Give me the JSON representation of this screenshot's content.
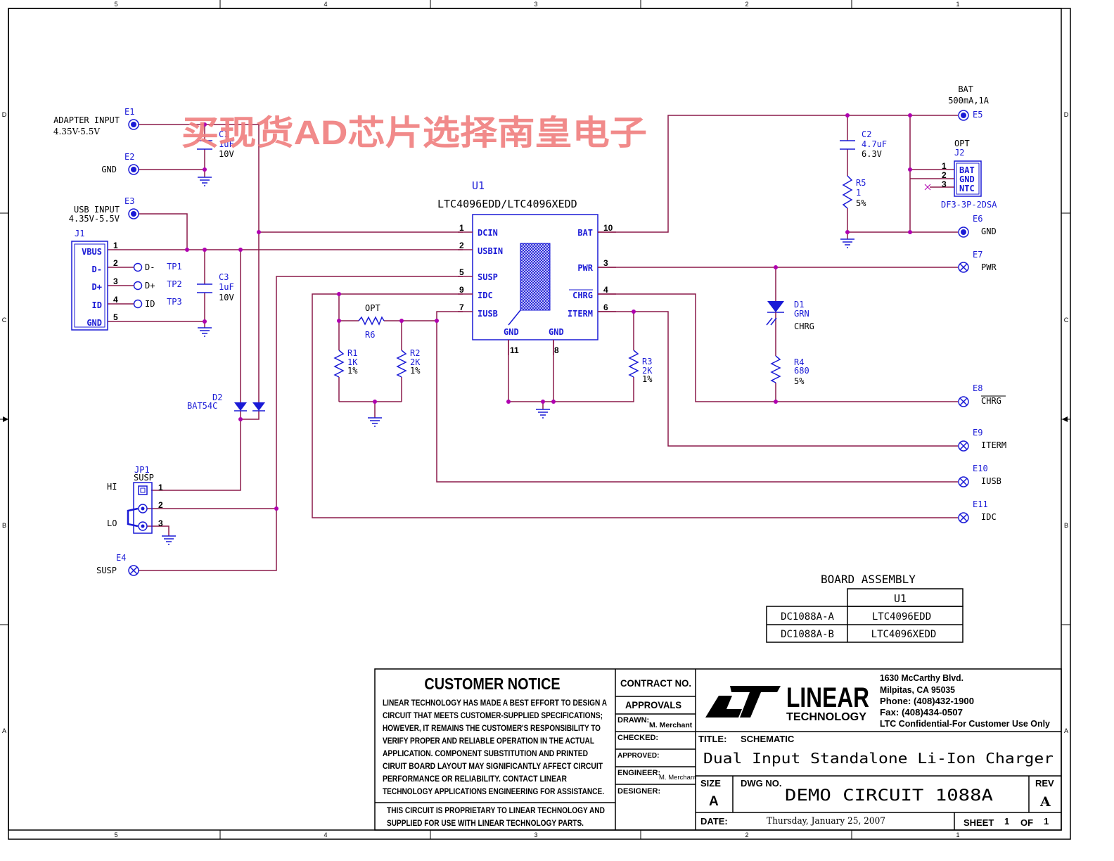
{
  "border": {
    "col_labels": [
      "5",
      "4",
      "3",
      "2",
      "1"
    ],
    "row_labels": [
      "D",
      "C",
      "B",
      "A"
    ]
  },
  "watermark": "买现货AD芯片选择南皇电子",
  "ic": {
    "ref": "U1",
    "part": "LTC4096EDD/LTC4096XEDD",
    "left_pins": [
      {
        "num": "1",
        "name": "DCIN"
      },
      {
        "num": "2",
        "name": "USBIN"
      },
      {
        "num": "5",
        "name": "SUSP"
      },
      {
        "num": "9",
        "name": "IDC"
      },
      {
        "num": "7",
        "name": "IUSB"
      }
    ],
    "right_pins": [
      {
        "num": "10",
        "name": "BAT"
      },
      {
        "num": "3",
        "name": "PWR"
      },
      {
        "num": "4",
        "name": "CHRG"
      },
      {
        "num": "6",
        "name": "ITERM"
      }
    ],
    "bottom_pins": [
      {
        "num": "11",
        "name": "GND"
      },
      {
        "num": "8",
        "name": "GND"
      }
    ]
  },
  "connectors": {
    "j1": {
      "ref": "J1",
      "pins": [
        {
          "num": "1",
          "name": "VBUS"
        },
        {
          "num": "2",
          "name": "D-"
        },
        {
          "num": "3",
          "name": "D+"
        },
        {
          "num": "4",
          "name": "ID"
        },
        {
          "num": "5",
          "name": "GND"
        }
      ]
    },
    "j2": {
      "ref": "J2",
      "opt": "OPT",
      "part": "DF3-3P-2DSA",
      "pins": [
        {
          "num": "1",
          "name": "BAT"
        },
        {
          "num": "2",
          "name": "GND"
        },
        {
          "num": "3",
          "name": "NTC"
        }
      ]
    },
    "jp1": {
      "ref": "JP1",
      "name": "SUSP",
      "hi": "HI",
      "lo": "LO",
      "pins": [
        "1",
        "2",
        "3"
      ]
    }
  },
  "testpoints": [
    {
      "ref": "TP1",
      "name": "D-"
    },
    {
      "ref": "TP2",
      "name": "D+"
    },
    {
      "ref": "TP3",
      "name": "ID"
    }
  ],
  "terminals": {
    "e1": {
      "ref": "E1",
      "label": "ADAPTER INPUT",
      "sub": "4.35V-5.5V"
    },
    "e2": {
      "ref": "E2",
      "label": "GND"
    },
    "e3": {
      "ref": "E3",
      "label": "USB INPUT",
      "sub": "4.35V-5.5V"
    },
    "e4": {
      "ref": "E4",
      "label": "SUSP"
    },
    "e5": {
      "ref": "E5",
      "label": "BAT",
      "sub": "500mA,1A"
    },
    "e6": {
      "ref": "E6",
      "label": "GND"
    },
    "e7": {
      "ref": "E7",
      "label": "PWR"
    },
    "e8": {
      "ref": "E8",
      "label": "CHRG"
    },
    "e9": {
      "ref": "E9",
      "label": "ITERM"
    },
    "e10": {
      "ref": "E10",
      "label": "IUSB"
    },
    "e11": {
      "ref": "E11",
      "label": "IDC"
    }
  },
  "parts": {
    "c1": {
      "ref": "C1",
      "v1": "1uF",
      "v2": "10V"
    },
    "c2": {
      "ref": "C2",
      "v1": "4.7uF",
      "v2": "6.3V"
    },
    "c3": {
      "ref": "C3",
      "v1": "1uF",
      "v2": "10V"
    },
    "r1": {
      "ref": "R1",
      "v1": "1K",
      "v2": "1%"
    },
    "r2": {
      "ref": "R2",
      "v1": "2K",
      "v2": "1%"
    },
    "r3": {
      "ref": "R3",
      "v1": "2K",
      "v2": "1%"
    },
    "r4": {
      "ref": "R4",
      "v1": "680",
      "v2": "5%"
    },
    "r5": {
      "ref": "R5",
      "v1": "1",
      "v2": "5%"
    },
    "r6": {
      "ref": "R6",
      "opt": "OPT"
    },
    "d1": {
      "ref": "D1",
      "v1": "GRN",
      "v2": "CHRG"
    },
    "d2": {
      "ref": "D2",
      "v1": "BAT54C"
    }
  },
  "board_assembly": {
    "title": "BOARD ASSEMBLY",
    "col_header": "U1",
    "rows": [
      {
        "board": "DC1088A-A",
        "u1": "LTC4096EDD"
      },
      {
        "board": "DC1088A-B",
        "u1": "LTC4096XEDD"
      }
    ]
  },
  "title_block": {
    "notice_title": "CUSTOMER NOTICE",
    "notice_lines": [
      "LINEAR TECHNOLOGY HAS MADE A BEST EFFORT TO DESIGN A",
      "CIRCUIT THAT MEETS CUSTOMER-SUPPLIED SPECIFICATIONS;",
      "HOWEVER, IT REMAINS THE CUSTOMER'S RESPONSIBILITY TO",
      "VERIFY PROPER AND RELIABLE OPERATION IN THE ACTUAL",
      "APPLICATION.  COMPONENT SUBSTITUTION AND PRINTED",
      "CIRUIT BOARD LAYOUT MAY SIGNIFICANTLY AFFECT CIRCUIT",
      "PERFORMANCE OR RELIABILITY.  CONTACT LINEAR",
      "TECHNOLOGY APPLICATIONS ENGINEERING FOR ASSISTANCE."
    ],
    "proprietary_lines": [
      "THIS CIRCUIT IS PROPRIETARY TO LINEAR TECHNOLOGY AND",
      "SUPPLIED FOR USE WITH LINEAR TECHNOLOGY PARTS."
    ],
    "contract_no": "CONTRACT NO.",
    "approvals": "APPROVALS",
    "drawn_label": "DRAWN:",
    "drawn": "M. Merchant",
    "checked_label": "CHECKED:",
    "approved_label": "APPROVED:",
    "engineer_label": "ENGINEER:",
    "engineer": "M. Merchant",
    "designer_label": "DESIGNER:",
    "logo_text": "LINEAR",
    "logo_sub": "TECHNOLOGY",
    "address": [
      "1630 McCarthy Blvd.",
      "Milpitas, CA 95035",
      "Phone: (408)432-1900",
      "Fax: (408)434-0507",
      "LTC Confidential-For Customer Use Only"
    ],
    "title_label": "TITLE:",
    "title_value": "SCHEMATIC",
    "title_main": "Dual Input Standalone Li-Ion Charger",
    "size_label": "SIZE",
    "size": "A",
    "dwg_label": "DWG NO.",
    "dwg": "DEMO CIRCUIT 1088A",
    "rev_label": "REV",
    "rev": "A",
    "date_label": "DATE:",
    "date": "Thursday, January 25, 2007",
    "sheet_label": "SHEET",
    "sheet": "1",
    "of_label": "OF",
    "of": "1"
  }
}
